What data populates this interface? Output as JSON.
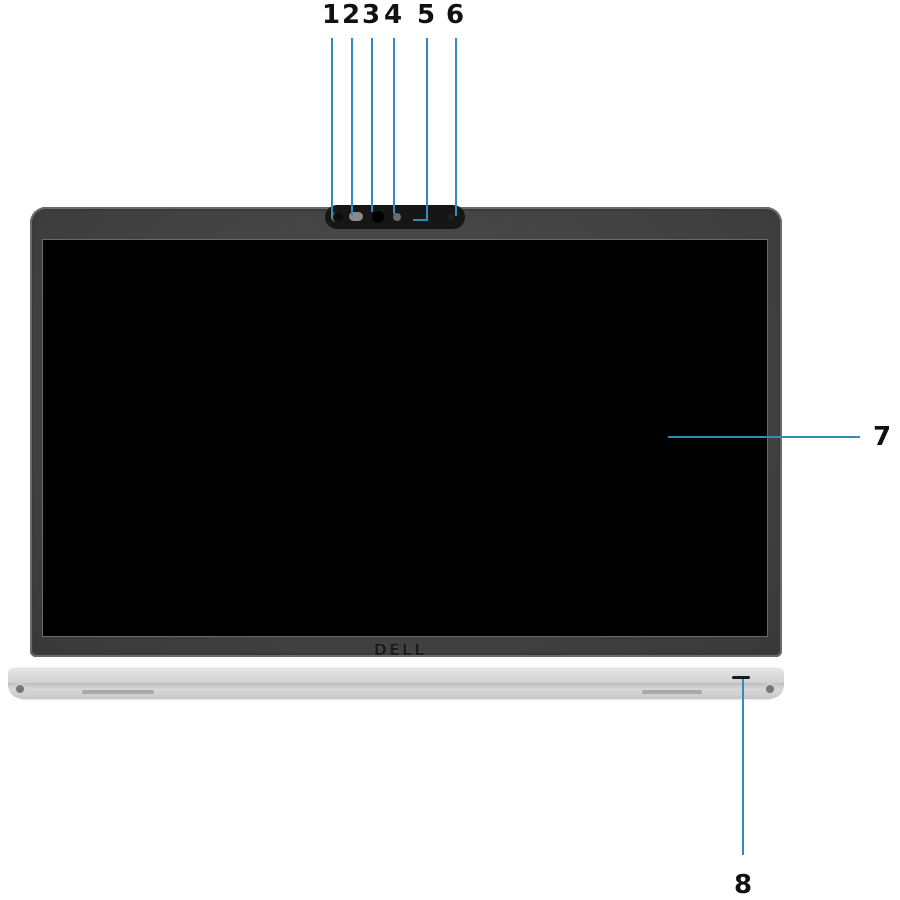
{
  "diagram": {
    "subject": "Laptop front view (display open)",
    "brand_logo": "DELL",
    "accent_color": "#2f8bc0",
    "callouts": [
      {
        "id": "1",
        "label": "1"
      },
      {
        "id": "2",
        "label": "2"
      },
      {
        "id": "3",
        "label": "3"
      },
      {
        "id": "4",
        "label": "4"
      },
      {
        "id": "5",
        "label": "5"
      },
      {
        "id": "6",
        "label": "6"
      },
      {
        "id": "7",
        "label": "7"
      },
      {
        "id": "8",
        "label": "8"
      }
    ]
  }
}
